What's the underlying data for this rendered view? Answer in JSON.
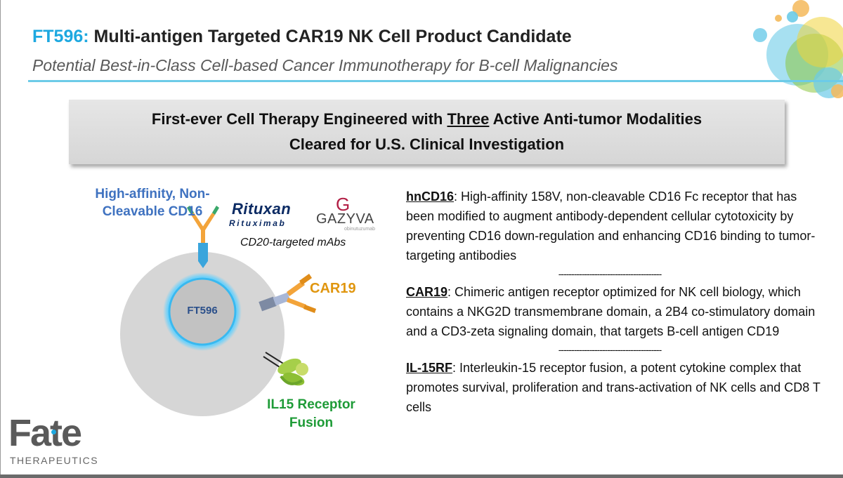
{
  "header": {
    "title_accent": "FT596:",
    "title_rest": " Multi-antigen Targeted CAR19 NK Cell Product Candidate",
    "subtitle": "Potential Best-in-Class Cell-based Cancer Immunotherapy for B-cell Malignancies"
  },
  "banner": {
    "line1_pre": "First-ever Cell Therapy Engineered with ",
    "line1_underlined": "Three",
    "line1_post": " Active Anti-tumor Modalities",
    "line2": "Cleared for U.S. Clinical Investigation"
  },
  "diagram": {
    "cd16_label_line1": "High-affinity, Non-",
    "cd16_label_line2": "Cleavable CD16",
    "rituxan": "Rituxan",
    "rituxan_sub": "Rituximab",
    "gazyva": "GAZYVA",
    "gazyva_sub": "obinutuzumab",
    "mabs_label": "CD20-targeted mAbs",
    "cell_label": "FT596",
    "car19_label": "CAR19",
    "il15_label_line1": "IL15 Receptor",
    "il15_label_line2": "Fusion"
  },
  "descriptions": [
    {
      "term": "hnCD16",
      "text": ": High-affinity 158V, non-cleavable CD16 Fc receptor that has been modified to augment antibody-dependent cellular cytotoxicity by preventing CD16 down-regulation and enhancing CD16 binding to tumor-targeting antibodies"
    },
    {
      "term": "CAR19",
      "text": ": Chimeric antigen receptor optimized for NK cell biology, which contains a NKG2D transmembrane domain, a 2B4 co-stimulatory domain and a CD3-zeta signaling domain, that targets B-cell antigen CD19"
    },
    {
      "term": "IL-15RF",
      "text": ": Interleukin-15 receptor fusion, a potent cytokine complex that promotes survival, proliferation and trans-activation of NK cells and CD8 T cells"
    }
  ],
  "separator": "----------------------------------------",
  "logo": {
    "name": "Fate",
    "subtitle": "THERAPEUTICS"
  },
  "colors": {
    "accent_blue": "#1da8e0",
    "cd16_blue": "#3f72c0",
    "car19_orange": "#e0960f",
    "il15_green": "#1e9b37"
  }
}
